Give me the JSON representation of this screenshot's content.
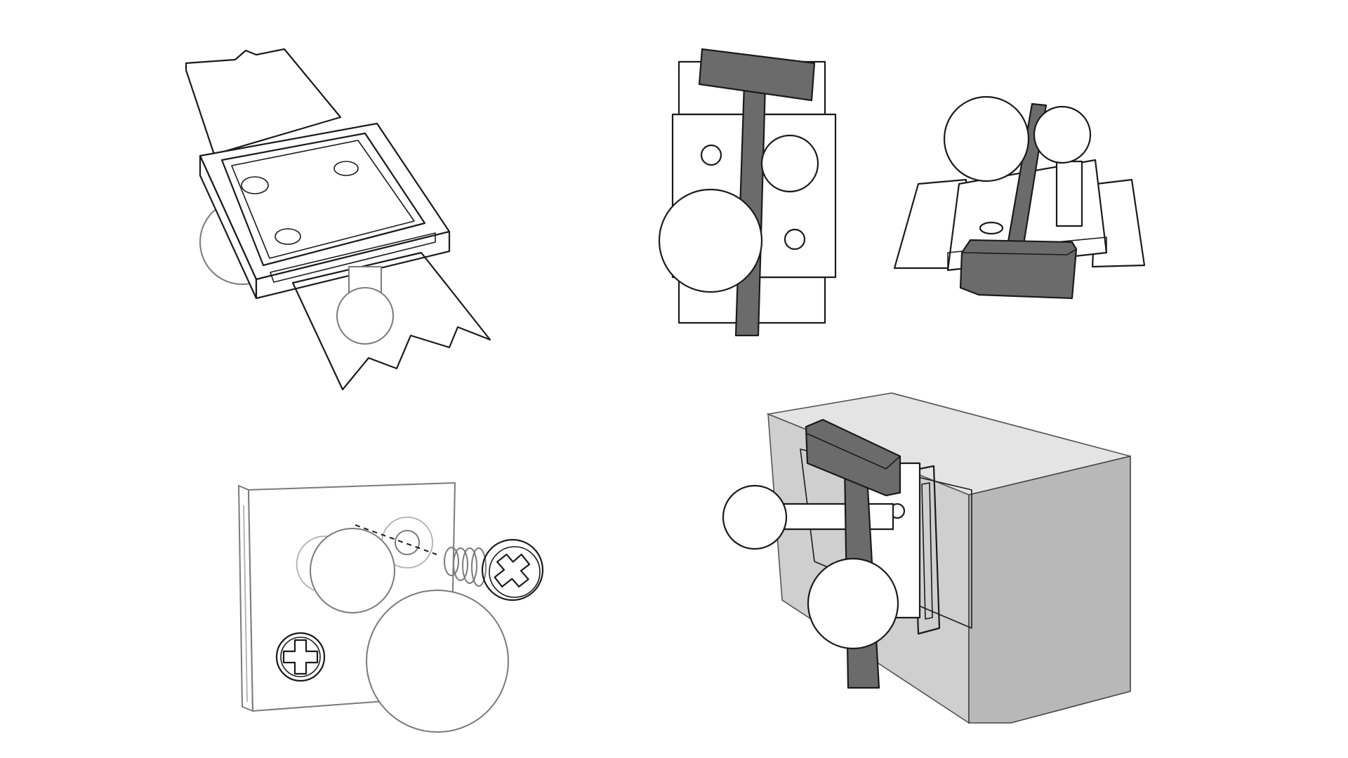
{
  "figures": [
    {
      "id": "strap-loop-bracket",
      "icon": "strap-loop-icon"
    },
    {
      "id": "hammer-lock-plate-front",
      "icon": "hammer-lock-icon"
    },
    {
      "id": "hammer-lock-plate-angled",
      "icon": "hammer-lock-icon"
    },
    {
      "id": "screw-mounted-plate",
      "icon": "phillips-screw-icon"
    },
    {
      "id": "hammer-lock-door-corner",
      "icon": "hammer-lock-icon"
    }
  ],
  "colors": {
    "line": "#1a1a1a",
    "dark_part": "#6b6b6b",
    "panel_light": "#cfcfcf",
    "panel_mid": "#b8b8b8",
    "background": "#ffffff"
  }
}
